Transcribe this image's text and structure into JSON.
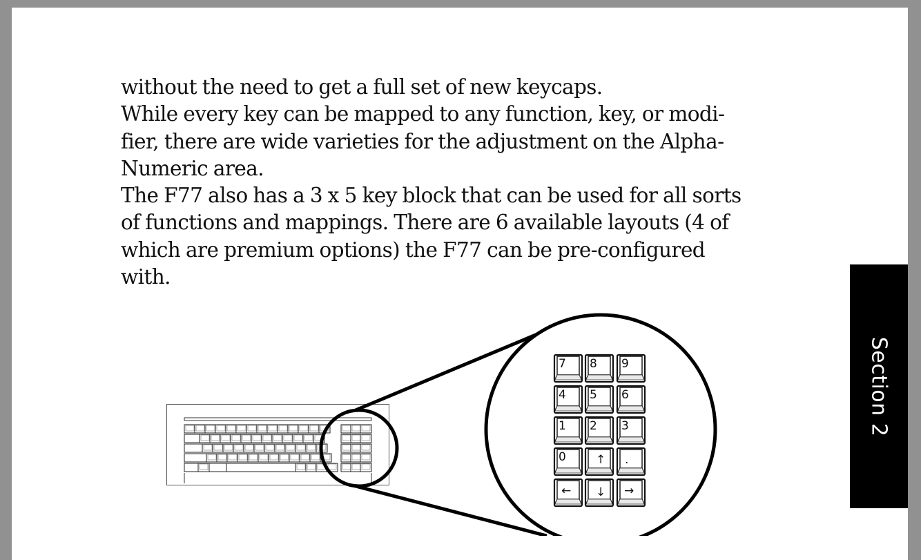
{
  "document": {
    "paragraph_lines": [
      "without the need to get a full set of new keycaps.",
      "While every key can be mapped to any function, key, or modi-",
      "fier, there are wide varieties for the adjustment on the Alpha-",
      "Numeric area.",
      "The F77 also has a 3 x 5 key block that can be used for all sorts",
      "of functions and mappings.  There are 6 available layouts (4 of",
      "which are premium options) the F77 can be pre-configured",
      "with."
    ]
  },
  "section_tab": {
    "label": "Section 2",
    "background": "#000000",
    "text_color": "#ffffff"
  },
  "figure": {
    "description": "Keyboard illustration with magnified 3 x 5 key block",
    "keypad_keys": [
      [
        "7",
        "8",
        "9"
      ],
      [
        "4",
        "5",
        "6"
      ],
      [
        "1",
        "2",
        "3"
      ],
      [
        "0",
        "↑",
        "."
      ],
      [
        "←",
        "↓",
        "→"
      ]
    ]
  },
  "colors": {
    "frame": "#919191",
    "page": "#ffffff",
    "text": "#111111"
  }
}
